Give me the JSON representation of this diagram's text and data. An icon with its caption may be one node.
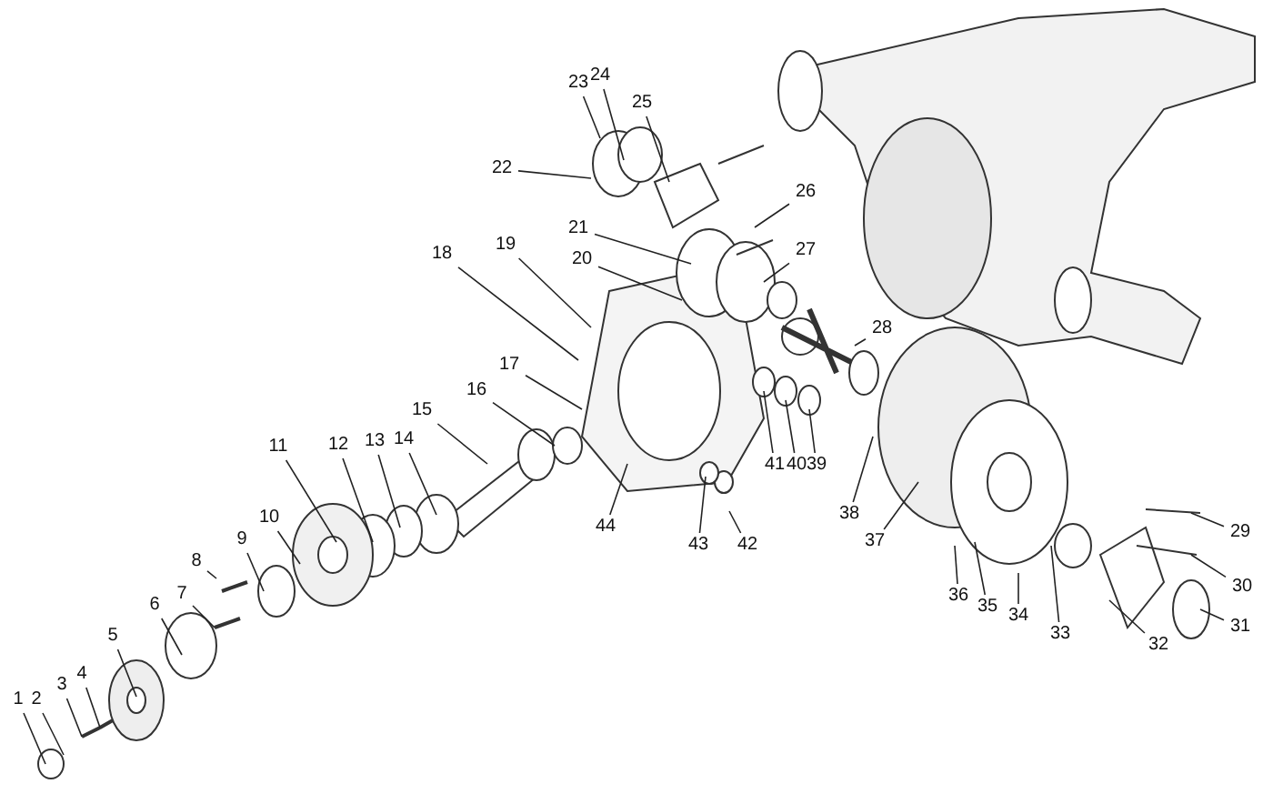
{
  "diagram": {
    "nodes": [
      {
        "text": [
          "1"
        ]
      },
      {
        "text": [
          "2"
        ]
      },
      {
        "text": [
          "3"
        ]
      },
      {
        "text": [
          "4"
        ]
      },
      {
        "text": [
          "5"
        ]
      },
      {
        "text": [
          "6"
        ]
      },
      {
        "text": [
          "7"
        ]
      },
      {
        "text": [
          "8"
        ]
      },
      {
        "text": [
          "9"
        ]
      },
      {
        "text": [
          "10"
        ]
      },
      {
        "text": [
          "11"
        ]
      },
      {
        "text": [
          "12"
        ]
      },
      {
        "text": [
          "13"
        ]
      },
      {
        "text": [
          "14"
        ]
      },
      {
        "text": [
          "15"
        ]
      },
      {
        "text": [
          "16"
        ]
      },
      {
        "text": [
          "17"
        ]
      },
      {
        "text": [
          "18"
        ]
      },
      {
        "text": [
          "19"
        ]
      },
      {
        "text": [
          "20"
        ]
      },
      {
        "text": [
          "21"
        ]
      },
      {
        "text": [
          "22"
        ]
      },
      {
        "text": [
          "23"
        ]
      },
      {
        "text": [
          "24"
        ]
      },
      {
        "text": [
          "25"
        ]
      },
      {
        "text": [
          "26"
        ]
      },
      {
        "text": [
          "27"
        ]
      },
      {
        "text": [
          "28"
        ]
      },
      {
        "text": [
          "29"
        ]
      },
      {
        "text": [
          "30"
        ]
      },
      {
        "text": [
          "31"
        ]
      },
      {
        "text": [
          "32"
        ]
      },
      {
        "text": [
          "33"
        ]
      },
      {
        "text": [
          "34"
        ]
      },
      {
        "text": [
          "35"
        ]
      },
      {
        "text": [
          "36"
        ]
      },
      {
        "text": [
          "37"
        ]
      },
      {
        "text": [
          "38"
        ]
      },
      {
        "text": [
          "39"
        ]
      },
      {
        "text": [
          "40"
        ]
      },
      {
        "text": [
          "41"
        ]
      },
      {
        "text": [
          "42"
        ]
      },
      {
        "text": [
          "43"
        ]
      },
      {
        "text": [
          "44"
        ]
      }
    ],
    "edges": [
      {
        "from": 0,
        "to": null,
        "arrow": "none"
      },
      {
        "from": 1,
        "to": null,
        "arrow": "none"
      },
      {
        "from": 2,
        "to": null,
        "arrow": "none"
      },
      {
        "from": 3,
        "to": null,
        "arrow": "none"
      },
      {
        "from": 4,
        "to": null,
        "arrow": "none"
      },
      {
        "from": 5,
        "to": null,
        "arrow": "none"
      },
      {
        "from": 6,
        "to": null,
        "arrow": "none"
      },
      {
        "from": 7,
        "to": null,
        "arrow": "none"
      },
      {
        "from": 8,
        "to": null,
        "arrow": "none"
      },
      {
        "from": 9,
        "to": null,
        "arrow": "none"
      },
      {
        "from": 10,
        "to": null,
        "arrow": "none"
      },
      {
        "from": 11,
        "to": null,
        "arrow": "none"
      },
      {
        "from": 12,
        "to": null,
        "arrow": "none"
      },
      {
        "from": 13,
        "to": null,
        "arrow": "none"
      },
      {
        "from": 14,
        "to": null,
        "arrow": "none"
      },
      {
        "from": 15,
        "to": null,
        "arrow": "none"
      },
      {
        "from": 16,
        "to": null,
        "arrow": "none"
      },
      {
        "from": 17,
        "to": null,
        "arrow": "none"
      },
      {
        "from": 18,
        "to": null,
        "arrow": "none"
      },
      {
        "from": 19,
        "to": null,
        "arrow": "none"
      },
      {
        "from": 20,
        "to": null,
        "arrow": "none"
      },
      {
        "from": 21,
        "to": null,
        "arrow": "none"
      },
      {
        "from": 22,
        "to": null,
        "arrow": "none"
      },
      {
        "from": 23,
        "to": null,
        "arrow": "none"
      },
      {
        "from": 24,
        "to": null,
        "arrow": "none"
      },
      {
        "from": 25,
        "to": null,
        "arrow": "none"
      },
      {
        "from": 26,
        "to": null,
        "arrow": "none"
      },
      {
        "from": 27,
        "to": null,
        "arrow": "none"
      },
      {
        "from": 28,
        "to": null,
        "arrow": "none"
      },
      {
        "from": 29,
        "to": null,
        "arrow": "none"
      },
      {
        "from": 30,
        "to": null,
        "arrow": "none"
      },
      {
        "from": 31,
        "to": null,
        "arrow": "none"
      },
      {
        "from": 32,
        "to": null,
        "arrow": "none"
      },
      {
        "from": 33,
        "to": null,
        "arrow": "none"
      },
      {
        "from": 34,
        "to": null,
        "arrow": "none"
      },
      {
        "from": 35,
        "to": null,
        "arrow": "none"
      },
      {
        "from": 36,
        "to": null,
        "arrow": "none"
      },
      {
        "from": 37,
        "to": null,
        "arrow": "none"
      },
      {
        "from": 38,
        "to": null,
        "arrow": "none"
      },
      {
        "from": 39,
        "to": null,
        "arrow": "none"
      },
      {
        "from": 40,
        "to": null,
        "arrow": "none"
      },
      {
        "from": 41,
        "to": null,
        "arrow": "none"
      },
      {
        "from": 42,
        "to": null,
        "arrow": "none"
      },
      {
        "from": 43,
        "to": null,
        "arrow": "none"
      }
    ]
  }
}
